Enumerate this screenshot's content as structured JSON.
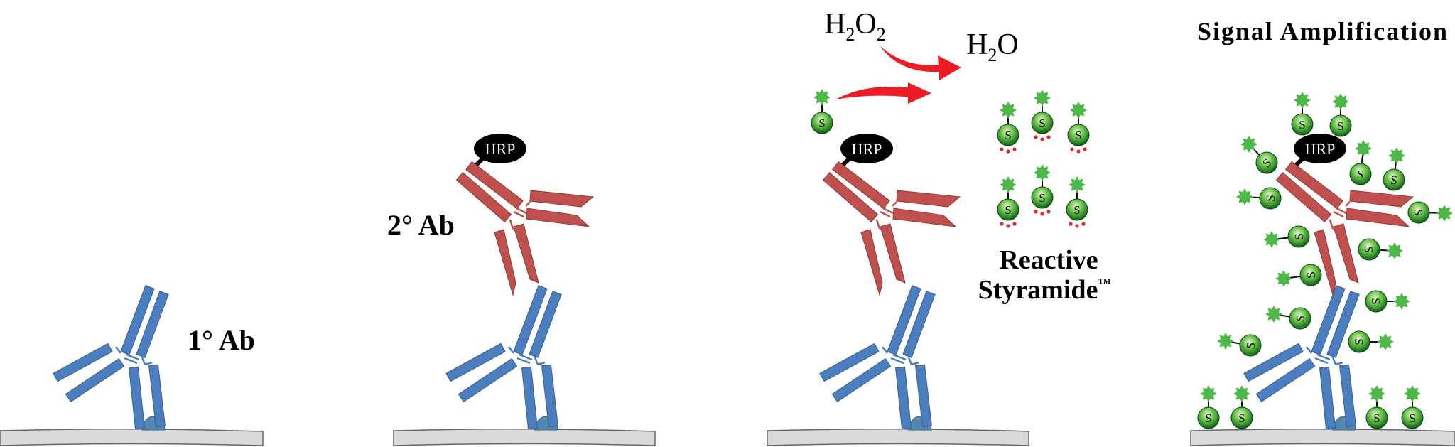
{
  "panels": {
    "primary": {
      "label": "1° Ab"
    },
    "secondary": {
      "label": "2° Ab"
    },
    "reaction": {
      "reactant": [
        "H",
        "2",
        "O",
        "2"
      ],
      "product": [
        "H",
        "2",
        "O"
      ],
      "caption_line1": "Reactive",
      "caption_line2": "Styramide",
      "trademark": "™"
    },
    "amplification": {
      "title": "Signal Amplification"
    }
  },
  "enzyme_label": "HRP",
  "molecule_letter": "S",
  "colors": {
    "primary_ab": "#4a7ebf",
    "secondary_ab": "#c0504d",
    "antigen": "#5187b0",
    "surface": "#d9dadb",
    "arrow": "#ed1c24",
    "fluorophore": "#4db848",
    "hrp": "#000000"
  }
}
